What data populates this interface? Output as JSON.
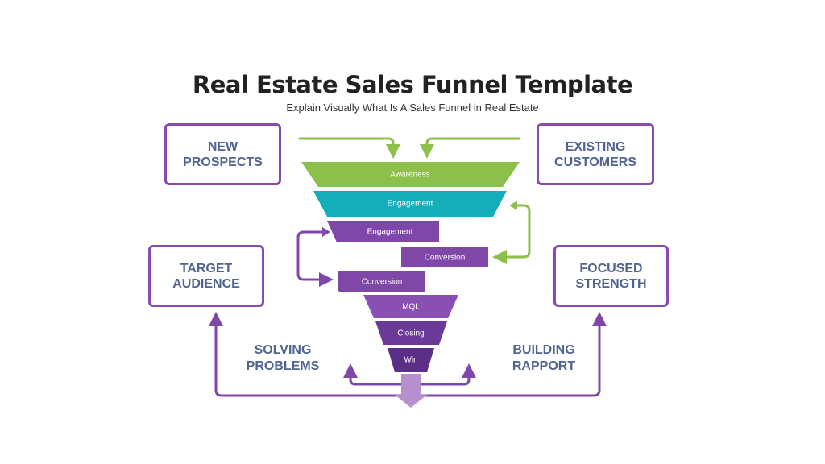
{
  "header": {
    "title": "Real Estate Sales Funnel Template",
    "subtitle": "Explain Visually What Is A Sales Funnel in Real Estate"
  },
  "boxes": {
    "new_prospects": "NEW\nPROSPECTS",
    "existing_customers": "EXISTING\nCUSTOMERS",
    "target_audience": "TARGET\nAUDIENCE",
    "focused_strength": "FOCUSED\nSTRENGTH"
  },
  "side_labels": {
    "solving_problems": "SOLVING\nPROBLEMS",
    "building_rapport": "BUILDING\nRAPPORT"
  },
  "funnel": {
    "stages": [
      {
        "label": "Awareness",
        "color": "#8cc04a"
      },
      {
        "label": "Engagement",
        "color": "#14aebb"
      },
      {
        "label": "Engagement",
        "color": "#7f48a8"
      },
      {
        "label": "Conversion",
        "color": "#7f48a8"
      },
      {
        "label": "Conversion",
        "color": "#7f48a8"
      },
      {
        "label": "MQL",
        "color": "#8a4fb3"
      },
      {
        "label": "Closing",
        "color": "#6b3a98"
      },
      {
        "label": "Win",
        "color": "#5c2f87"
      }
    ]
  },
  "colors": {
    "green_arrow": "#8cc04a",
    "purple_arrow": "#7f48a8",
    "box_border": "#8a4bb0",
    "label_text": "#4f6491",
    "down_arrow": "#b78fcf"
  }
}
